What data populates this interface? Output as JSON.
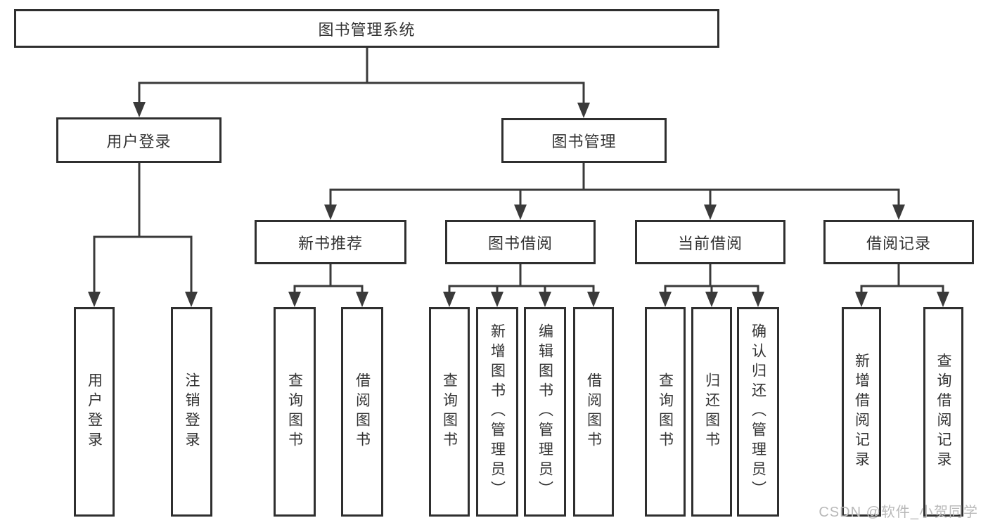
{
  "tree": {
    "label": "图书管理系统",
    "children": [
      {
        "label": "用户登录",
        "children": [
          {
            "label": "用户登录"
          },
          {
            "label": "注销登录"
          }
        ]
      },
      {
        "label": "图书管理",
        "children": [
          {
            "label": "新书推荐",
            "children": [
              {
                "label": "查询图书"
              },
              {
                "label": "借阅图书"
              }
            ]
          },
          {
            "label": "图书借阅",
            "children": [
              {
                "label": "查询图书"
              },
              {
                "label": "新增图书（管理员）"
              },
              {
                "label": "编辑图书（管理员）"
              },
              {
                "label": "借阅图书"
              }
            ]
          },
          {
            "label": "当前借阅",
            "children": [
              {
                "label": "查询图书"
              },
              {
                "label": "归还图书"
              },
              {
                "label": "确认归还（管理员）"
              }
            ]
          },
          {
            "label": "借阅记录",
            "children": [
              {
                "label": "新增借阅记录"
              },
              {
                "label": "查询借阅记录"
              }
            ]
          }
        ]
      }
    ]
  },
  "watermark": {
    "text": "CSDN @软件_小贺同学"
  },
  "colors": {
    "line": "#3a3a3a",
    "box_border": "#2f2f2f",
    "text": "#333333",
    "watermark": "#b9b9b9",
    "background": "#ffffff"
  }
}
